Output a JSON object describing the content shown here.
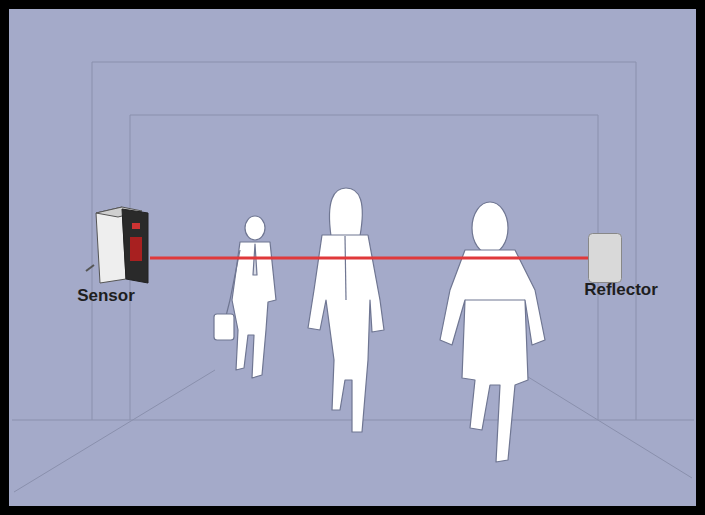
{
  "diagram": {
    "nodes": [
      {
        "text": [
          "Sensor"
        ]
      },
      {
        "text": [
          "Reflector"
        ]
      }
    ],
    "edges": [
      {
        "from": 0,
        "to": 1,
        "arrow": "none"
      }
    ]
  }
}
